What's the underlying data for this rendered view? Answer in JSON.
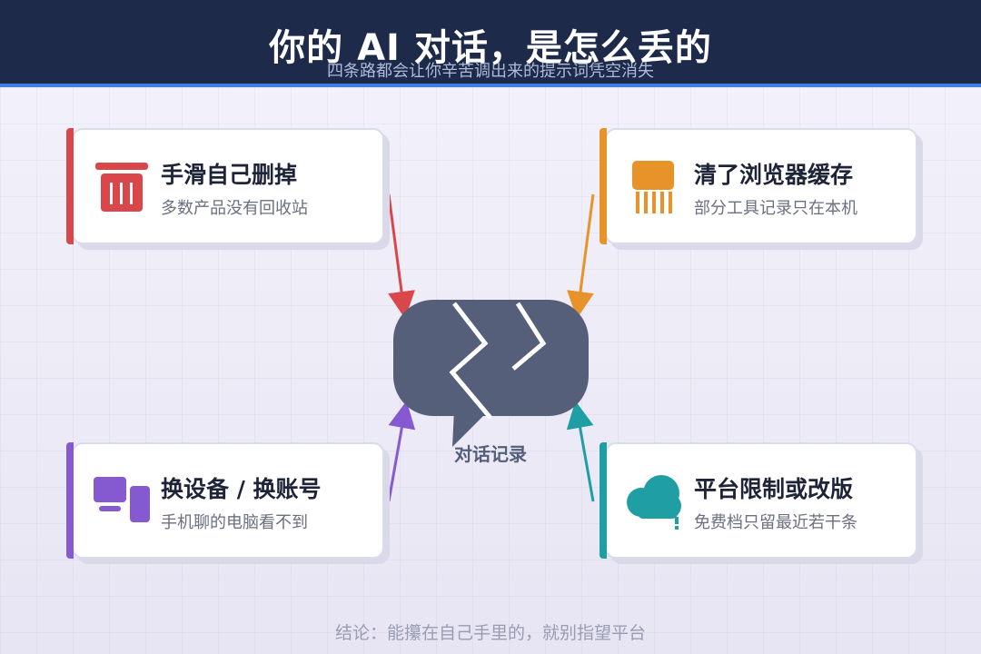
{
  "header": {
    "title": "你的 AI 对话，是怎么丢的",
    "subtitle": "四条路都会让你辛苦调出来的提示词凭空消失"
  },
  "cards": {
    "top_left": {
      "title": "手滑自己删掉",
      "desc": "多数产品没有回收站",
      "color": "#d9474b",
      "icon": "trash-icon"
    },
    "top_right": {
      "title": "清了浏览器缓存",
      "desc": "部分工具记录只在本机",
      "color": "#e8922a",
      "icon": "cache-shredder-icon"
    },
    "bottom_left": {
      "title": "换设备 / 换账号",
      "desc": "手机聊的电脑看不到",
      "color": "#8659d0",
      "icon": "devices-icon"
    },
    "bottom_right": {
      "title": "平台限制或改版",
      "desc": "免费档只留最近若干条",
      "color": "#1f9ea3",
      "icon": "cloud-warning-icon"
    }
  },
  "center": {
    "label": "对话记录",
    "color": "#565f7a",
    "icon": "broken-chat-bubble-icon"
  },
  "footer": {
    "text": "结论：能攥在自己手里的，就别指望平台"
  },
  "colors": {
    "header_bg": "#1e2a4a",
    "header_accent": "#3d7fe0"
  }
}
